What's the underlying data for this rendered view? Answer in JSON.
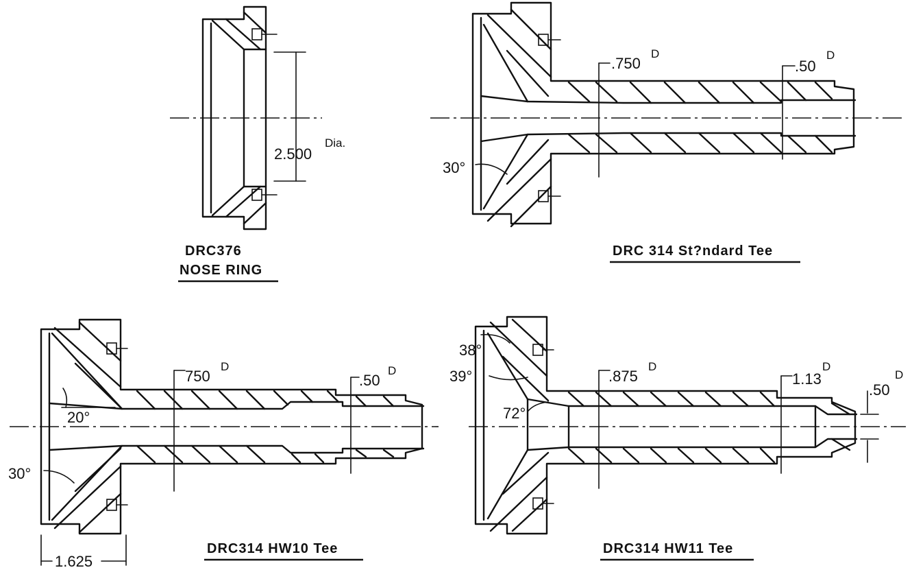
{
  "nose_ring": {
    "dimension": "2.500",
    "dimension_suffix": "Dia.",
    "caption_line1": "DRC376",
    "caption_line2": "NOSE RING"
  },
  "standard_tee": {
    "dim_a": ".750",
    "dim_a_suffix": "D",
    "dim_b": ".50",
    "dim_b_suffix": "D",
    "angle": "30°",
    "caption": "DRC 314 St?ndard Tee"
  },
  "hw10_tee": {
    "dim_a": "750",
    "dim_a_suffix": "D",
    "dim_b": ".50",
    "dim_b_suffix": "D",
    "angle_a": "20°",
    "angle_b": "30°",
    "length": "1.625",
    "caption": "DRC314 HW10 Tee"
  },
  "hw11_tee": {
    "dim_a": ".875",
    "dim_a_suffix": "D",
    "dim_b": "1.13",
    "dim_b_suffix": "D",
    "dim_c": ".50",
    "dim_c_suffix": "D",
    "angle_a": "38°",
    "angle_b": "39°",
    "angle_c": "72°",
    "caption": "DRC314 HW11 Tee"
  }
}
